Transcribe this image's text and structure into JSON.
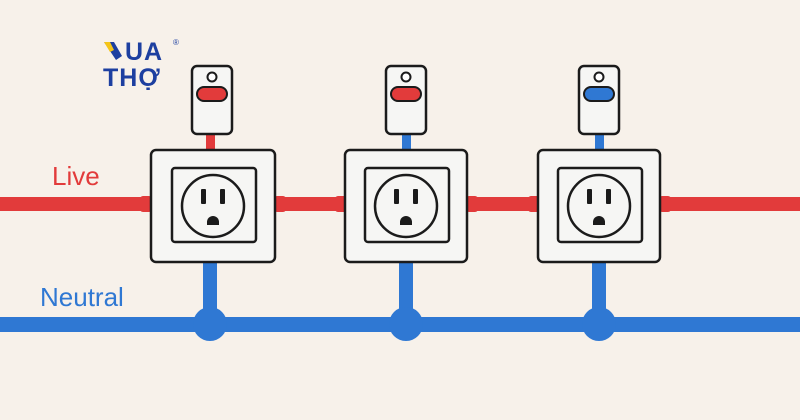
{
  "labels": {
    "live": "Live",
    "neutral": "Neutral"
  },
  "logo": {
    "line1": "UA",
    "line2": "THỢ",
    "mark": "®"
  },
  "colors": {
    "background": "#f7f1ea",
    "live": "#e23b3b",
    "neutral": "#2f78d3",
    "outline": "#1b1b1b",
    "device_fill": "#f6f6f4",
    "logo": "#1d3fa0",
    "logo_accent": "#f5c518"
  },
  "units": [
    {
      "switch_indicator": "red",
      "switch_wire": "live"
    },
    {
      "switch_indicator": "red",
      "switch_wire": "neutral"
    },
    {
      "switch_indicator": "blue",
      "switch_wire": "neutral"
    }
  ]
}
